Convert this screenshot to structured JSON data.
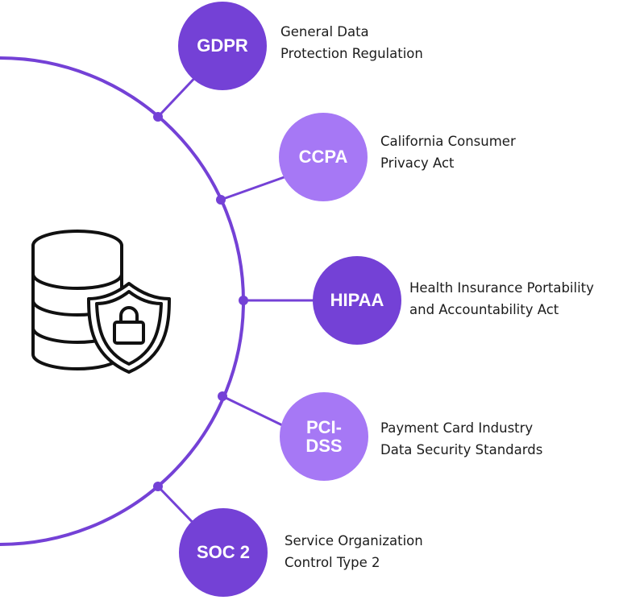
{
  "accent_dark": "#7441d6",
  "accent_light": "#a678f5",
  "center_icon": "database-shield-lock-icon",
  "items": [
    {
      "abbr": "GDPR",
      "line1": "General Data",
      "line2": "Protection Regulation"
    },
    {
      "abbr": "CCPA",
      "line1": "California Consumer",
      "line2": "Privacy Act"
    },
    {
      "abbr": "HIPAA",
      "line1": "Health Insurance Portability",
      "line2": "and Accountability Act"
    },
    {
      "abbr": "PCI-\nDSS",
      "line1": "Payment Card Industry",
      "line2": "Data Security Standards"
    },
    {
      "abbr": "SOC 2",
      "line1": "Service Organization",
      "line2": "Control Type 2"
    }
  ]
}
